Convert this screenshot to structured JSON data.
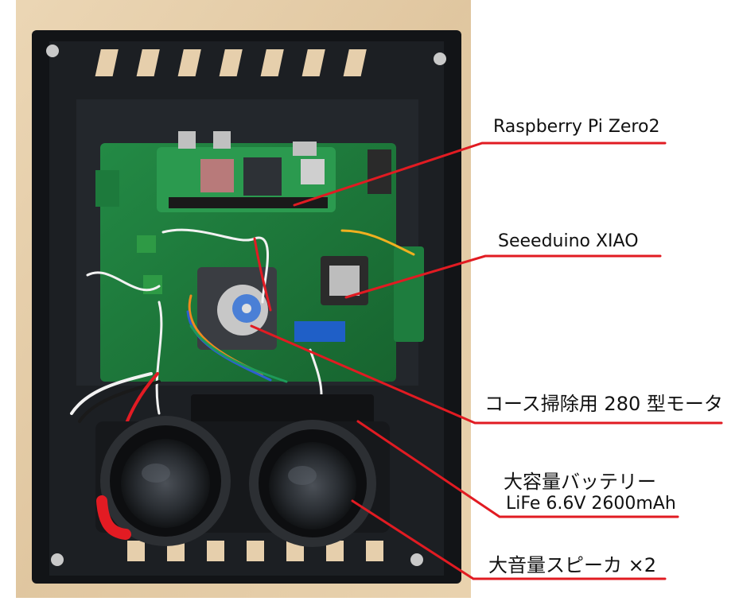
{
  "labels": {
    "rpi": "Raspberry Pi Zero2",
    "xiao": "Seeeduino XIAO",
    "motor": "コース掃除用 280 型モータ",
    "battery_line1": "大容量バッテリー",
    "battery_line2": "LiFe 6.6V 2600mAh",
    "speaker": "大音量スピーカ ×2"
  },
  "colors": {
    "callout_line": "#e11b22",
    "pcb": "#1f7d3f",
    "enclosure": "#171a1d",
    "desk": "#e6cfac"
  }
}
